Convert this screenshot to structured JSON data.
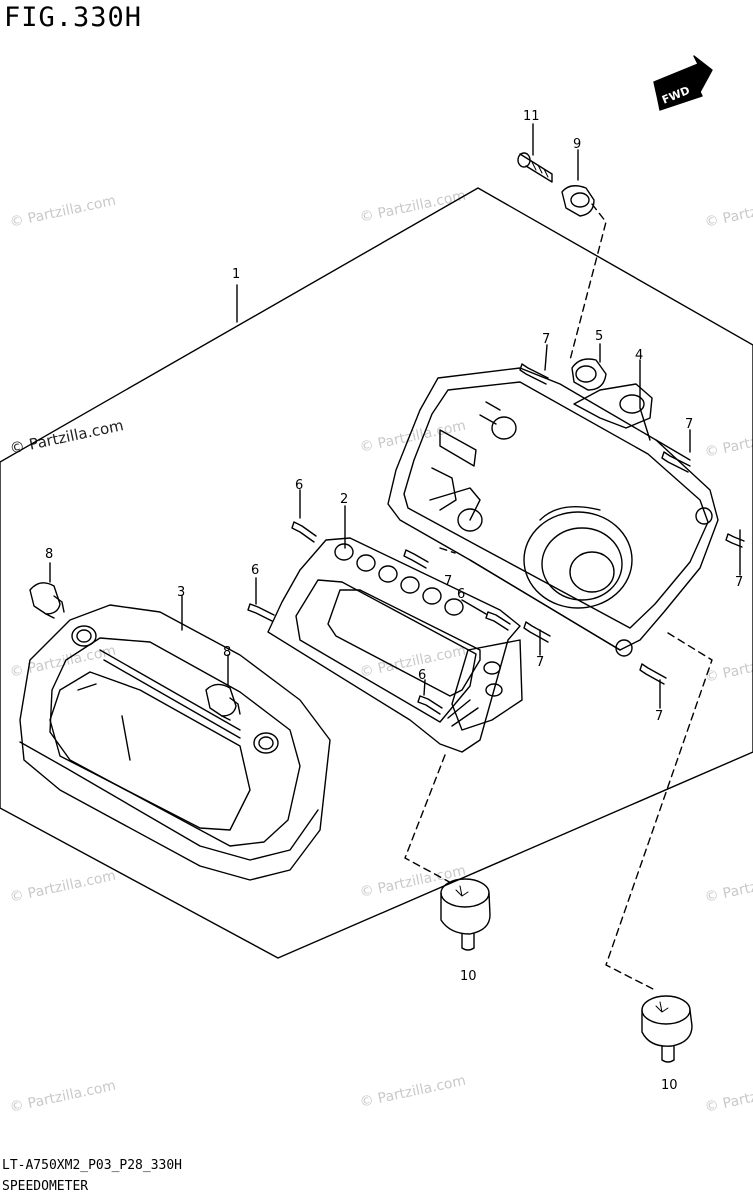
{
  "figure": {
    "title": "FIG.330H",
    "model_code": "LT-A750XM2_P03_P28_330H",
    "section_name": "SPEEDOMETER",
    "direction_label": "FWD"
  },
  "watermark": {
    "text": "© Partzilla.com"
  },
  "parts": [
    {
      "ref": "1"
    },
    {
      "ref": "2"
    },
    {
      "ref": "3"
    },
    {
      "ref": "4"
    },
    {
      "ref": "5"
    },
    {
      "ref": "6"
    },
    {
      "ref": "7"
    },
    {
      "ref": "8"
    },
    {
      "ref": "9"
    },
    {
      "ref": "10"
    },
    {
      "ref": "11"
    }
  ],
  "colors": {
    "line": "#000000",
    "watermark": "#c9c9c9",
    "background": "#ffffff"
  }
}
